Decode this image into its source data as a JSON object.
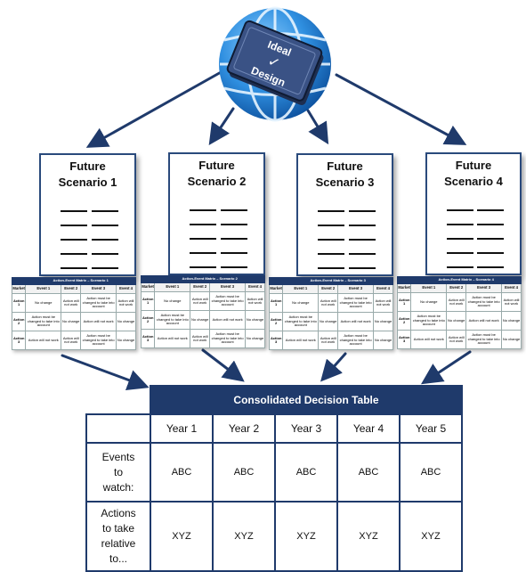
{
  "hub": {
    "line1": "Ideal",
    "check": "✓",
    "line2": "Design"
  },
  "scenarios": [
    {
      "title_line1": "Future",
      "title_line2": "Scenario 1"
    },
    {
      "title_line1": "Future",
      "title_line2": "Scenario 2"
    },
    {
      "title_line1": "Future",
      "title_line2": "Scenario 3"
    },
    {
      "title_line1": "Future",
      "title_line2": "Scenario 4"
    }
  ],
  "matrices": [
    {
      "title": "Action-Event Matrix – Scenario 1",
      "headers": [
        "Market",
        "Event 1",
        "Event 2",
        "Event 3",
        "Event 4"
      ],
      "rows": [
        [
          "Action 1",
          "No change",
          "Action will not work",
          "Action must be changed to take into account",
          "Action will not work"
        ],
        [
          "Action 2",
          "Action must be changed to take into account",
          "No change",
          "Action will not work",
          "No change"
        ],
        [
          "Action 3",
          "Action will not work",
          "Action will not work",
          "Action must be changed to take into account",
          "No change"
        ]
      ]
    },
    {
      "title": "Action-Event Matrix – Scenario 2",
      "headers": [
        "Market",
        "Event 1",
        "Event 2",
        "Event 3",
        "Event 4"
      ],
      "rows": [
        [
          "Action 1",
          "No change",
          "Action will not work",
          "Action must be changed to take into account",
          "Action will not work"
        ],
        [
          "Action 2",
          "Action must be changed to take into account",
          "No change",
          "Action will not work",
          "No change"
        ],
        [
          "Action 3",
          "Action will not work",
          "Action will not work",
          "Action must be changed to take into account",
          "No change"
        ]
      ]
    },
    {
      "title": "Action-Event Matrix – Scenario 3",
      "headers": [
        "Market",
        "Event 1",
        "Event 2",
        "Event 3",
        "Event 4"
      ],
      "rows": [
        [
          "Action 1",
          "No change",
          "Action will not work",
          "Action must be changed to take into account",
          "Action will not work"
        ],
        [
          "Action 2",
          "Action must be changed to take into account",
          "No change",
          "Action will not work",
          "No change"
        ],
        [
          "Action 3",
          "Action will not work",
          "Action will not work",
          "Action must be changed to take into account",
          "No change"
        ]
      ]
    },
    {
      "title": "Action-Event Matrix – Scenario 4",
      "headers": [
        "Market",
        "Event 1",
        "Event 2",
        "Event 3",
        "Event 4"
      ],
      "rows": [
        [
          "Action 1",
          "No change",
          "Action will not work",
          "Action must be changed to take into account",
          "Action will not work"
        ],
        [
          "Action 2",
          "Action must be changed to take into account",
          "No change",
          "Action will not work",
          "No change"
        ],
        [
          "Action 3",
          "Action will not work",
          "Action will not work",
          "Action must be changed to take into account",
          "No change"
        ]
      ]
    }
  ],
  "consolidated": {
    "title": "Consolidated Decision Table",
    "years": [
      "Year 1",
      "Year 2",
      "Year 3",
      "Year 4",
      "Year 5"
    ],
    "rows": [
      {
        "label_lines": [
          "Events",
          "to",
          "watch:"
        ],
        "values": [
          "ABC",
          "ABC",
          "ABC",
          "ABC",
          "ABC"
        ]
      },
      {
        "label_lines": [
          "Actions",
          "to take",
          "relative",
          "to..."
        ],
        "values": [
          "XYZ",
          "XYZ",
          "XYZ",
          "XYZ",
          "XYZ"
        ]
      }
    ]
  },
  "colors": {
    "navy": "#1f3a6b",
    "arrow": "#1f3a6b",
    "globe": "#2f8fe0",
    "book": "#2b3f68"
  }
}
